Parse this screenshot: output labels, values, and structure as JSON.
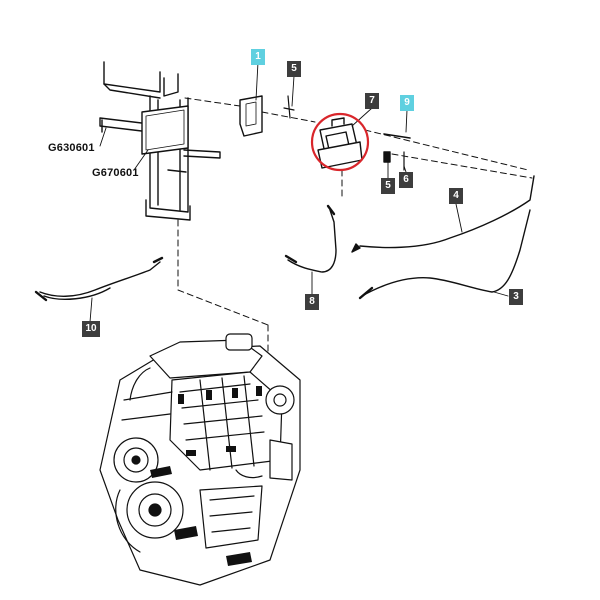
{
  "callouts": {
    "c1": "1",
    "c5a": "5",
    "c7": "7",
    "c9": "9",
    "c5b": "5",
    "c6": "6",
    "c4": "4",
    "c3": "3",
    "c8": "8",
    "c10": "10"
  },
  "references": {
    "g1": "G630601",
    "g2": "G670601"
  },
  "colors": {
    "callout_bg": "#3d3d3d",
    "callout_highlight_bg": "#5fd0e0",
    "highlight_circle": "#d9262b",
    "line": "#111111"
  }
}
